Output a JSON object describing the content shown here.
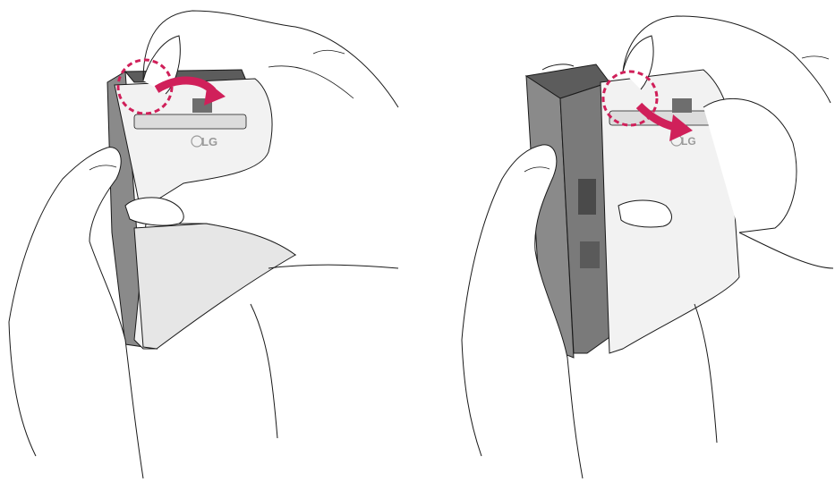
{
  "illustration": {
    "logo_text": "LG",
    "colors": {
      "outline": "#1a1a1a",
      "arrow": "#d0205a",
      "cover_light": "#f2f2f2",
      "cover_mid": "#dcdcdc",
      "phone_dark": "#8a8a8a",
      "phone_darker": "#5c5c5c",
      "slot": "#6e6e6e"
    },
    "panels": [
      {
        "step": "lift-cover-edge",
        "arrow_icon": "curved-arrow-right"
      },
      {
        "step": "pull-cover-off",
        "arrow_icon": "curved-arrow-down-right"
      }
    ]
  }
}
